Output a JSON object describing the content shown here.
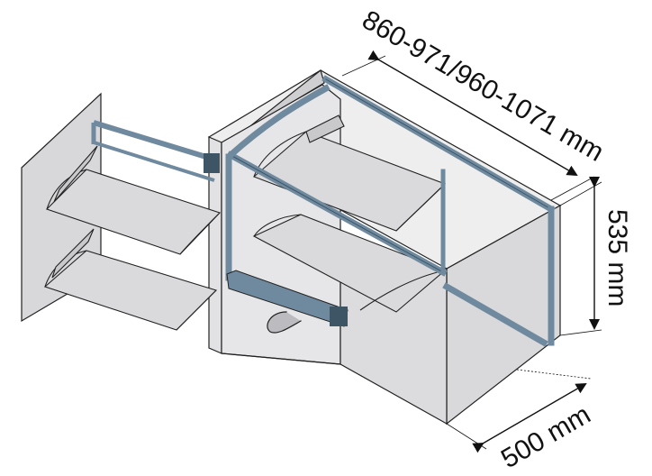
{
  "dimensions": {
    "width": "860-971/960-1071 mm",
    "height": "535 mm",
    "depth": "500 mm"
  },
  "colors": {
    "frame_steel": "#6f8a9e",
    "frame_dark": "#3e5566",
    "panel_light": "#e8e8ea",
    "panel_mid": "#d6d6d9",
    "shelf_fill": "#dadadd",
    "outline": "#222222"
  }
}
